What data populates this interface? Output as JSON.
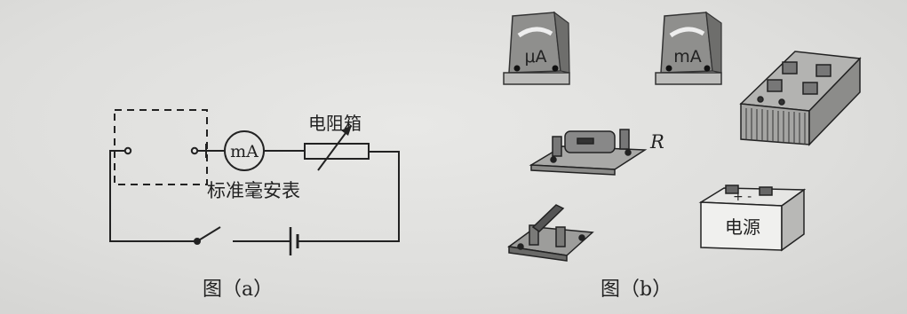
{
  "figure_a": {
    "caption": "图（a）",
    "ammeter_symbol": "mA",
    "resistance_box_label": "电阻箱",
    "standard_meter_label": "标准毫安表"
  },
  "figure_b": {
    "caption": "图（b）",
    "microammeter_symbol": "μA",
    "milliammeter_symbol": "mA",
    "resistor_label": "R",
    "power_supply_label": "电源",
    "power_supply_polarity": "+ -"
  }
}
